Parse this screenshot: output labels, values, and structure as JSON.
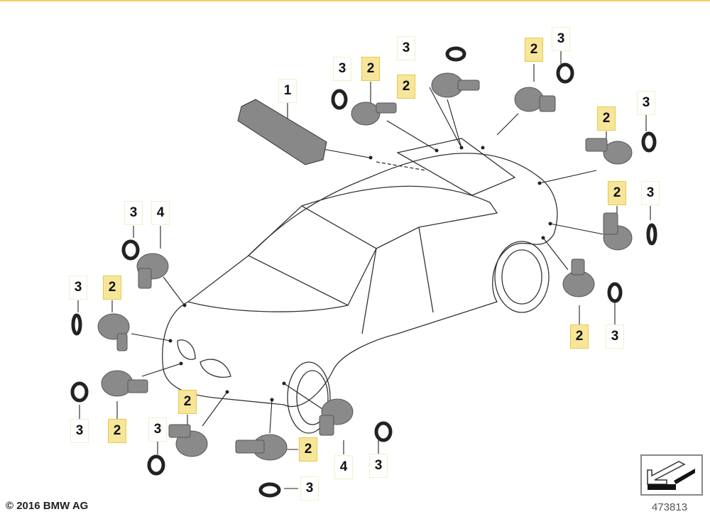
{
  "callouts": [
    {
      "label": "1",
      "highlighted": false
    },
    {
      "label": "3",
      "highlighted": false
    },
    {
      "label": "2",
      "highlighted": true
    },
    {
      "label": "3",
      "highlighted": false
    },
    {
      "label": "2",
      "highlighted": true
    },
    {
      "label": "2",
      "highlighted": true
    },
    {
      "label": "3",
      "highlighted": false
    },
    {
      "label": "2",
      "highlighted": true
    },
    {
      "label": "3",
      "highlighted": false
    },
    {
      "label": "2",
      "highlighted": true
    },
    {
      "label": "3",
      "highlighted": false
    },
    {
      "label": "2",
      "highlighted": true
    },
    {
      "label": "3",
      "highlighted": false
    },
    {
      "label": "3",
      "highlighted": false
    },
    {
      "label": "4",
      "highlighted": false
    },
    {
      "label": "3",
      "highlighted": false
    },
    {
      "label": "2",
      "highlighted": true
    },
    {
      "label": "3",
      "highlighted": false
    },
    {
      "label": "2",
      "highlighted": true
    },
    {
      "label": "2",
      "highlighted": true
    },
    {
      "label": "3",
      "highlighted": false
    },
    {
      "label": "2",
      "highlighted": true
    },
    {
      "label": "4",
      "highlighted": false
    },
    {
      "label": "3",
      "highlighted": false
    },
    {
      "label": "3",
      "highlighted": false
    }
  ],
  "footer": {
    "copyright": "© 2016 BMW AG",
    "diagram_number": "473813"
  },
  "colors": {
    "highlight": "#f7e69a",
    "accent_line": "#f0d060"
  }
}
